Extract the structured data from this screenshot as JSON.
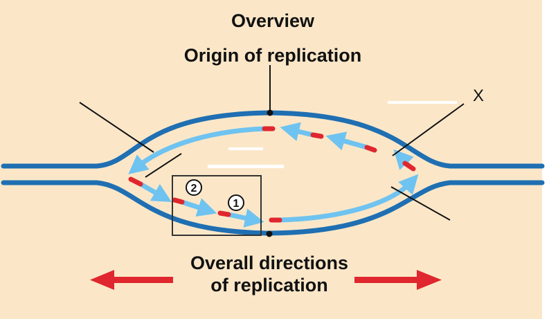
{
  "title": "Overview",
  "origin_label": "Origin of replication",
  "directions_label": {
    "line1": "Overall directions",
    "line2": "of replication"
  },
  "marker_x": "X",
  "step_labels": [
    "1",
    "2"
  ],
  "colors": {
    "background": "#fbe7c8",
    "parental_strand": "#1f6fb2",
    "new_strand": "#6fc3f0",
    "primer": "#e0262e",
    "direction_arrow": "#e0262e",
    "pointer_line": "#111111",
    "box": "#333333"
  }
}
